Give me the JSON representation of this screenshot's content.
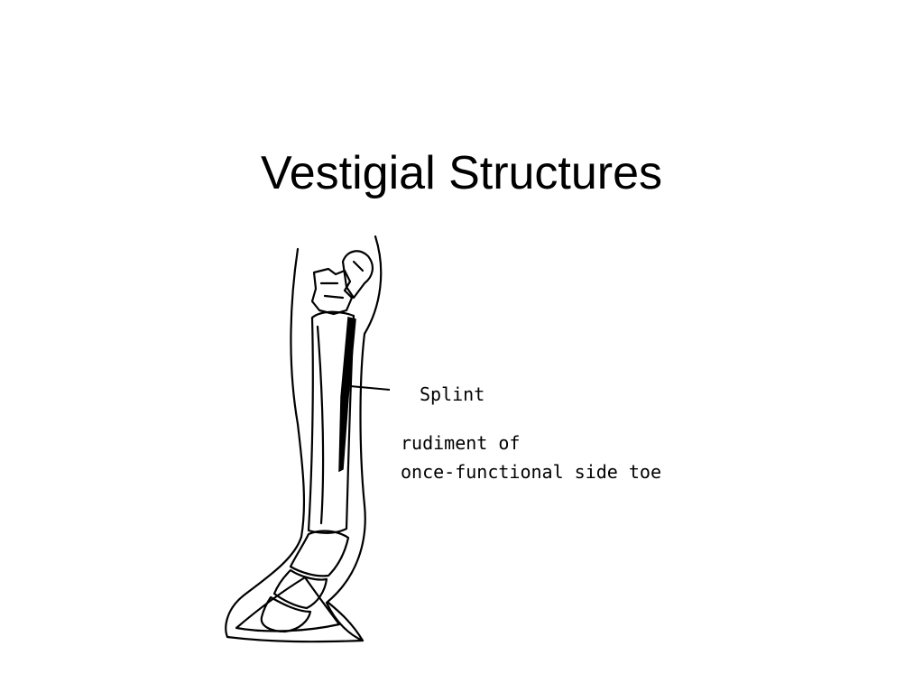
{
  "slide": {
    "title": "Vestigial Structures"
  },
  "diagram": {
    "label_splint": "Splint",
    "caption_line1": "rudiment of",
    "caption_line2": "once-functional side toe",
    "line_color": "#000000"
  }
}
